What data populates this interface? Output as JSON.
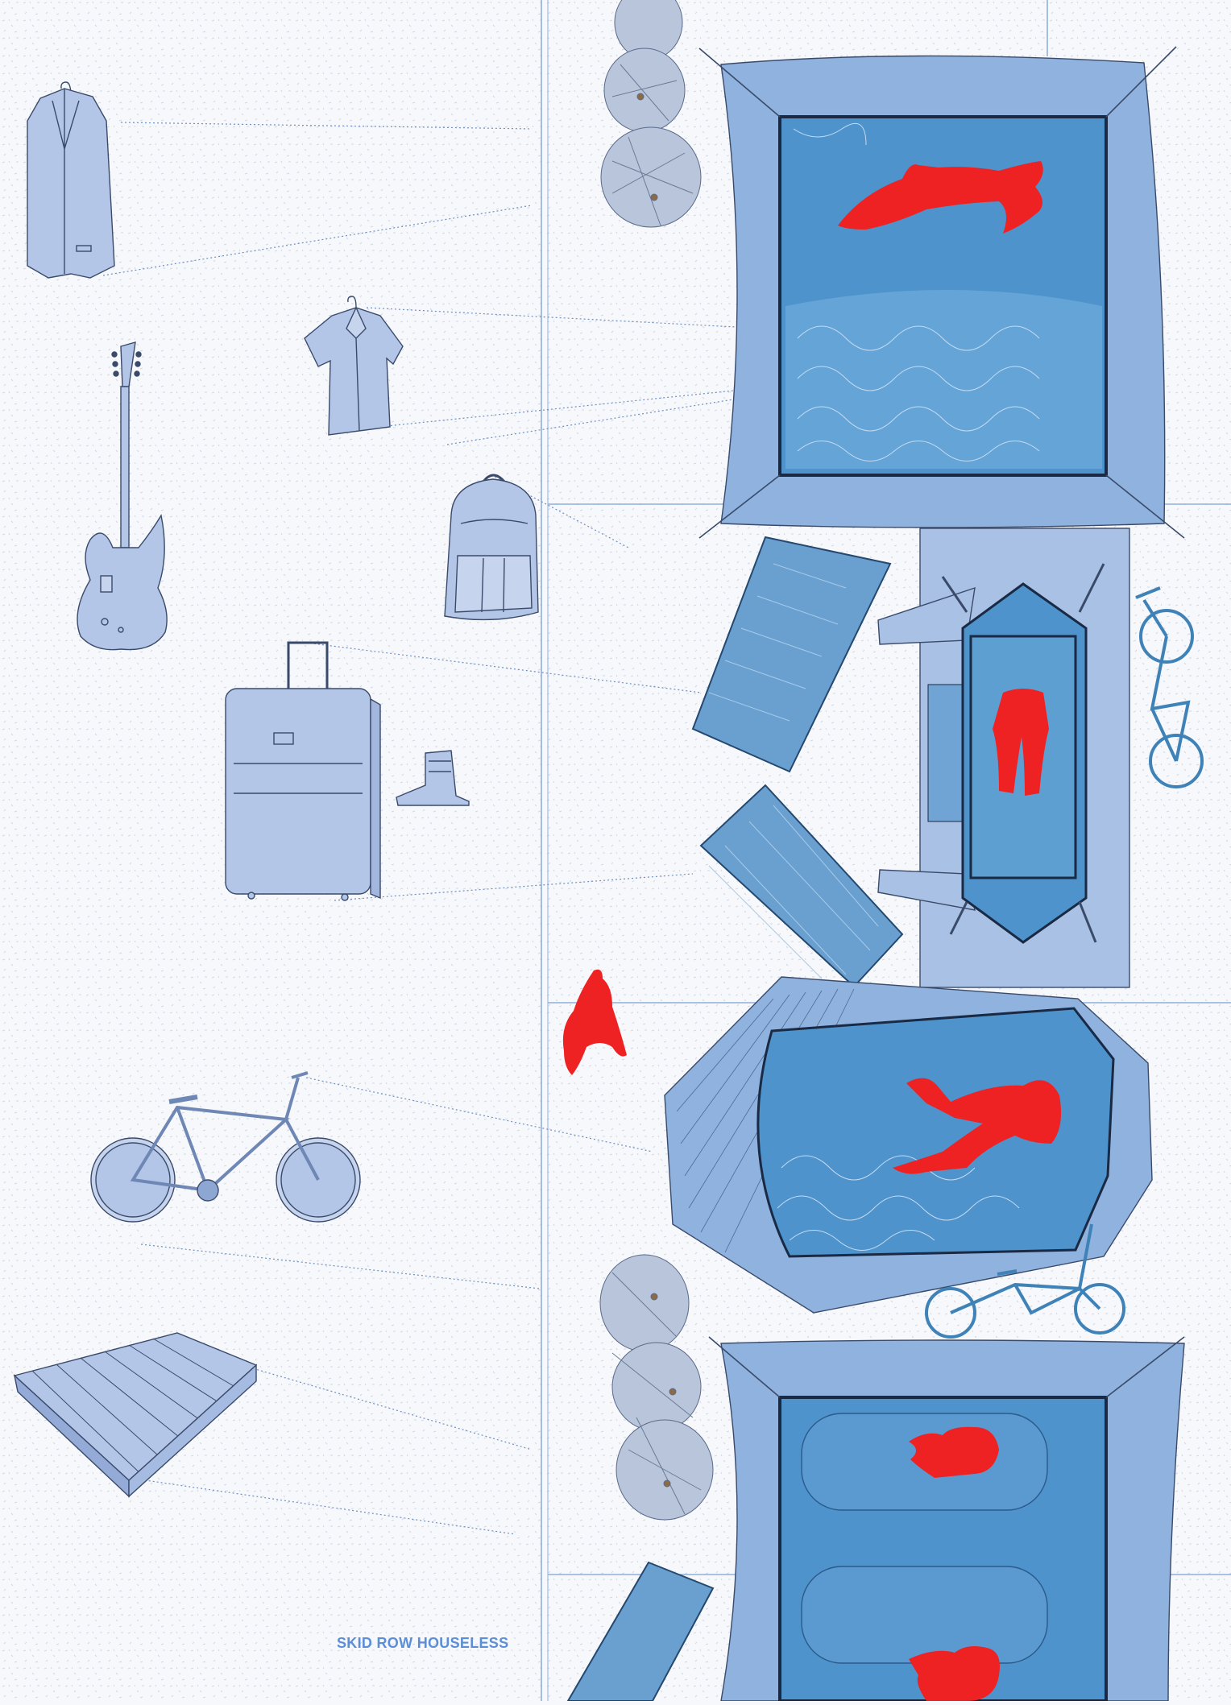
{
  "caption": "SKID ROW HOUSELESS",
  "colors": {
    "background": "#f7f8fb",
    "object_fill": "#b4c6e8",
    "object_stroke": "#3a4a6a",
    "tent_outer": "#8fb2de",
    "tent_inner": "#4e93cc",
    "figure_red": "#ee2222",
    "bike_blue": "#3f82b8",
    "grid_line": "#8fb0dc",
    "leader_line": "#6e8fc2",
    "caption": "#5b8ed6"
  },
  "objects": [
    {
      "id": "coat",
      "icon": "coat-on-hanger-icon"
    },
    {
      "id": "shirt",
      "icon": "shirt-on-hanger-icon"
    },
    {
      "id": "guitar",
      "icon": "electric-guitar-icon"
    },
    {
      "id": "backpack",
      "icon": "backpack-icon"
    },
    {
      "id": "suitcase",
      "icon": "rolling-suitcase-icon"
    },
    {
      "id": "boot",
      "icon": "boot-icon"
    },
    {
      "id": "bicycle",
      "icon": "bicycle-icon"
    },
    {
      "id": "pallet",
      "icon": "wooden-pallet-icon"
    }
  ],
  "shelters": [
    {
      "id": "square-tent-top",
      "icon": "square-tent-icon"
    },
    {
      "id": "double-tent",
      "icon": "vestibule-tent-icon"
    },
    {
      "id": "hex-tent",
      "icon": "hexagonal-tent-icon"
    },
    {
      "id": "square-tent-bottom",
      "icon": "square-tent-icon"
    }
  ]
}
